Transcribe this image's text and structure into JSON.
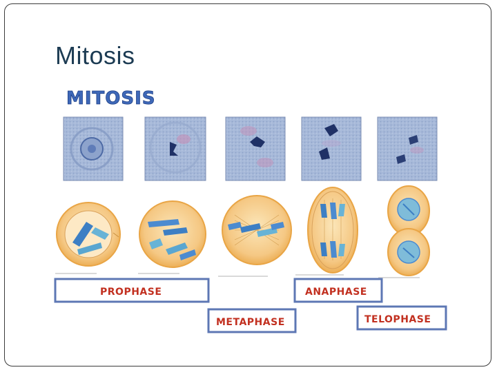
{
  "slide": {
    "title": "Mitosis"
  },
  "figure": {
    "heading": "MITOSIS",
    "phases": [
      "PROPHASE",
      "METAPHASE",
      "ANAPHASE",
      "TELOPHASE"
    ],
    "colors": {
      "micrograph_bg": "#9fb2d4",
      "chromatin": "#2d4a8c",
      "cell_fill": "#f5c884",
      "cell_border": "#e9a545",
      "chromosome": "#4c8bd0",
      "plate_text": "#c23020",
      "plate_border": "#5d77b4"
    }
  }
}
